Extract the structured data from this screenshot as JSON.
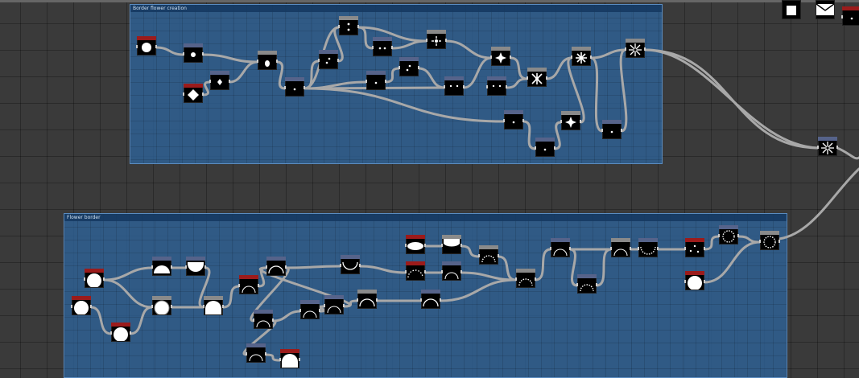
{
  "frames": [
    {
      "id": "border-flower-creation",
      "title": "Border flower creation"
    },
    {
      "id": "flower-border",
      "title": "Flower border"
    }
  ],
  "colors": {
    "canvas": "#3a3a3a",
    "frame": "#2e6296",
    "wire": "#a8a8a8",
    "header_red": "#9b1b1b",
    "header_gray": "#8a8a8a",
    "header_slate": "#56638a"
  },
  "nodes": [
    {
      "id": "bf1",
      "header": "red",
      "icon": "circle"
    },
    {
      "id": "bf2",
      "header": "slate",
      "icon": "small-dot"
    },
    {
      "id": "bf3",
      "header": "red",
      "icon": "diamond"
    },
    {
      "id": "bf4",
      "header": "slate",
      "icon": "small-diamond"
    },
    {
      "id": "bf5",
      "header": "gray",
      "icon": "drop"
    },
    {
      "id": "bf6",
      "header": "slate",
      "icon": "tiny-dot"
    },
    {
      "id": "bf7",
      "header": "slate",
      "icon": "dot-pair"
    },
    {
      "id": "bf8",
      "header": "gray",
      "icon": "double-dot"
    },
    {
      "id": "bf9",
      "header": "slate",
      "icon": "horizontal-dots"
    },
    {
      "id": "bf10",
      "header": "slate",
      "icon": "tiny-dot"
    },
    {
      "id": "bf11",
      "header": "slate",
      "icon": "dot-pair"
    },
    {
      "id": "bf12",
      "header": "gray",
      "icon": "cross-star"
    },
    {
      "id": "bf13",
      "header": "slate",
      "icon": "two-dots"
    },
    {
      "id": "bf14",
      "header": "slate",
      "icon": "two-dots"
    },
    {
      "id": "bf15",
      "header": "gray",
      "icon": "star"
    },
    {
      "id": "bf16",
      "header": "gray",
      "icon": "x-star"
    },
    {
      "id": "bf17",
      "header": "gray",
      "icon": "flower"
    },
    {
      "id": "bf18",
      "header": "gray",
      "icon": "snowflake"
    },
    {
      "id": "bf19",
      "header": "slate",
      "icon": "tiny-dot"
    },
    {
      "id": "bf20",
      "header": "gray",
      "icon": "star"
    },
    {
      "id": "bf21",
      "header": "slate",
      "icon": "tiny-dot"
    },
    {
      "id": "bf22",
      "header": "slate",
      "icon": "tiny-dot"
    },
    {
      "id": "ext1",
      "header": "slate",
      "icon": "snowflake"
    },
    {
      "id": "fb1",
      "header": "red",
      "icon": "disc"
    },
    {
      "id": "fb2",
      "header": "red",
      "icon": "disc"
    },
    {
      "id": "fb3",
      "header": "red",
      "icon": "disc"
    },
    {
      "id": "fb4",
      "header": "slate",
      "icon": "half-top"
    },
    {
      "id": "fb5",
      "header": "slate",
      "icon": "half-bottom"
    },
    {
      "id": "fb6",
      "header": "gray",
      "icon": "ring-disc"
    },
    {
      "id": "fb7",
      "header": "gray",
      "icon": "arch-white"
    },
    {
      "id": "fb8",
      "header": "red",
      "icon": "half-top-black"
    },
    {
      "id": "fb9",
      "header": "slate",
      "icon": "arch-line"
    },
    {
      "id": "fb10",
      "header": "slate",
      "icon": "half-top-black"
    },
    {
      "id": "fb11",
      "header": "slate",
      "icon": "half-top-black"
    },
    {
      "id": "fb12",
      "header": "slate",
      "icon": "half-top-black"
    },
    {
      "id": "fb13",
      "header": "slate",
      "icon": "half-top-black"
    },
    {
      "id": "fb14",
      "header": "red",
      "icon": "arch-white"
    },
    {
      "id": "fb15",
      "header": "slate",
      "icon": "cup-line"
    },
    {
      "id": "fb16",
      "header": "gray",
      "icon": "arch-line"
    },
    {
      "id": "fb17",
      "header": "red",
      "icon": "ellipse"
    },
    {
      "id": "fb18",
      "header": "gray",
      "icon": "lens"
    },
    {
      "id": "fb19",
      "header": "red",
      "icon": "dotted-half"
    },
    {
      "id": "fb20",
      "header": "slate",
      "icon": "half-top-black"
    },
    {
      "id": "fb21",
      "header": "slate",
      "icon": "arch-line"
    },
    {
      "id": "fb22",
      "header": "gray",
      "icon": "dotted-arch"
    },
    {
      "id": "fb23",
      "header": "gray",
      "icon": "dotted-arch"
    },
    {
      "id": "fb24",
      "header": "slate",
      "icon": "half-top-black"
    },
    {
      "id": "fb25",
      "header": "slate",
      "icon": "dotted-arch"
    },
    {
      "id": "fb26",
      "header": "gray",
      "icon": "half-top-black"
    },
    {
      "id": "fb27",
      "header": "slate",
      "icon": "dotted-cup"
    },
    {
      "id": "fb28",
      "header": "red",
      "icon": "sparse-dots"
    },
    {
      "id": "fb29",
      "header": "red",
      "icon": "disc"
    },
    {
      "id": "fb30",
      "header": "slate",
      "icon": "dotted-ring"
    },
    {
      "id": "fb31",
      "header": "gray",
      "icon": "dotted-ring"
    },
    {
      "id": "tr1",
      "header": "none",
      "icon": "white-square"
    },
    {
      "id": "tr2",
      "header": "none",
      "icon": "envelope"
    },
    {
      "id": "tr3",
      "header": "red",
      "icon": "tiny-dot"
    }
  ]
}
